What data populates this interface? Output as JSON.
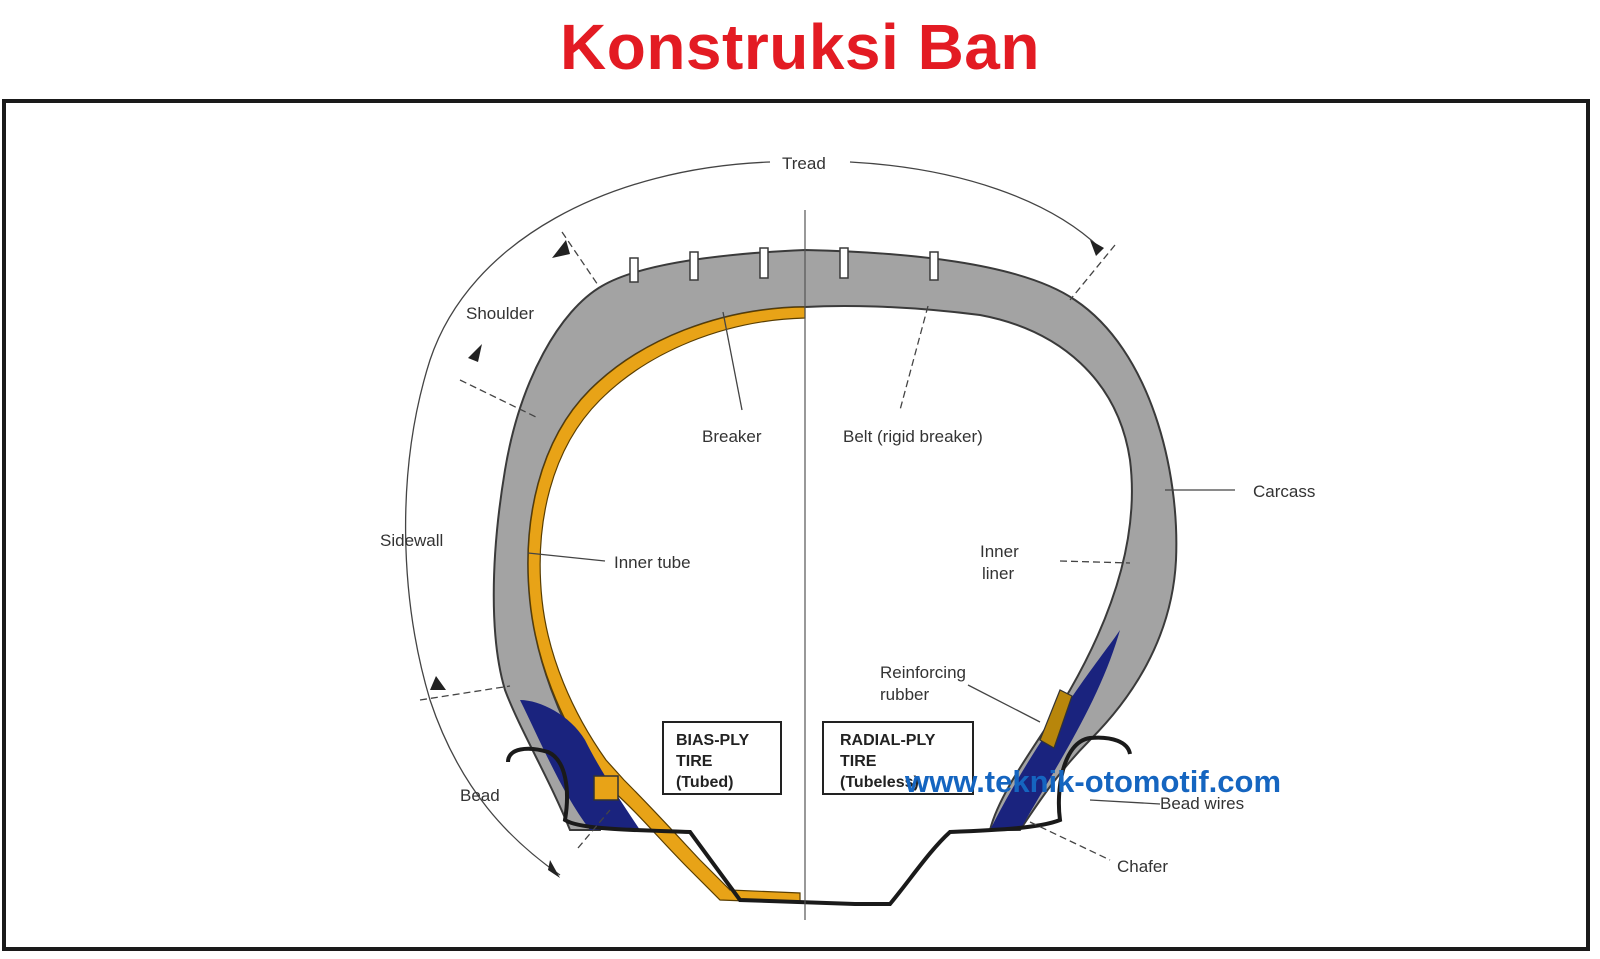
{
  "title": "Konstruksi Ban",
  "labels": {
    "tread": "Tread",
    "shoulder": "Shoulder",
    "sidewall": "Sidewall",
    "bead": "Bead",
    "breaker": "Breaker",
    "belt": "Belt (rigid breaker)",
    "carcass": "Carcass",
    "inner_tube": "Inner tube",
    "inner_liner_1": "Inner",
    "inner_liner_2": "liner",
    "reinforcing_1": "Reinforcing",
    "reinforcing_2": "rubber",
    "bead_wires": "Bead wires",
    "chafer": "Chafer"
  },
  "bias_box": {
    "line1": "BIAS-PLY",
    "line2": "TIRE",
    "line3": "(Tubed)"
  },
  "radial_box": {
    "line1": "RADIAL-PLY",
    "line2": "TIRE",
    "line3": "(Tubeless)"
  },
  "watermark": "www.teknik-otomotif.com",
  "colors": {
    "title": "#e31b23",
    "rubber": "#a3a3a3",
    "inner_tube": "#e8a317",
    "bead_filler": "#1a237e",
    "watermark": "#1565c0"
  }
}
